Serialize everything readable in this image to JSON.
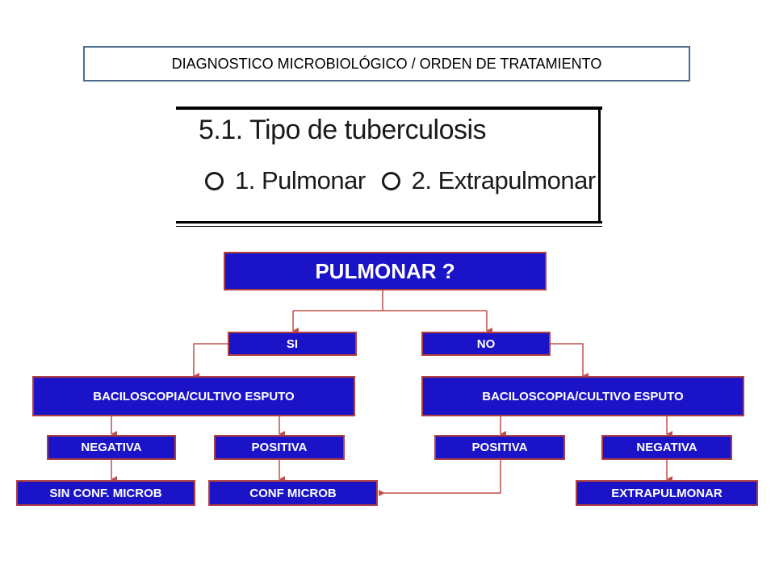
{
  "header": {
    "title": "DIAGNOSTICO MICROBIOLÓGICO / ORDEN DE TRATAMIENTO"
  },
  "form_excerpt": {
    "title": "5.1. Tipo de tuberculosis",
    "options": [
      "1. Pulmonar",
      "2. Extrapulmonar"
    ]
  },
  "flowchart": {
    "root": "PULMONAR ?",
    "yes": "SI",
    "no": "NO",
    "left_test": "BACILOSCOPIA/CULTIVO  ESPUTO",
    "right_test": "BACILOSCOPIA/CULTIVO  ESPUTO",
    "left_negative": "NEGATIVA",
    "left_positive": "POSITIVA",
    "right_positive": "POSITIVA",
    "right_negative": "NEGATIVA",
    "no_confirm": "SIN CONF. MICROB",
    "confirm": "CONF MICROB",
    "extrapulmonary": "EXTRAPULMONAR"
  },
  "colors": {
    "node_fill": "#1a13c8",
    "node_border": "#b04040",
    "connector": "#c0504d",
    "header_border": "#4a6d8c"
  }
}
